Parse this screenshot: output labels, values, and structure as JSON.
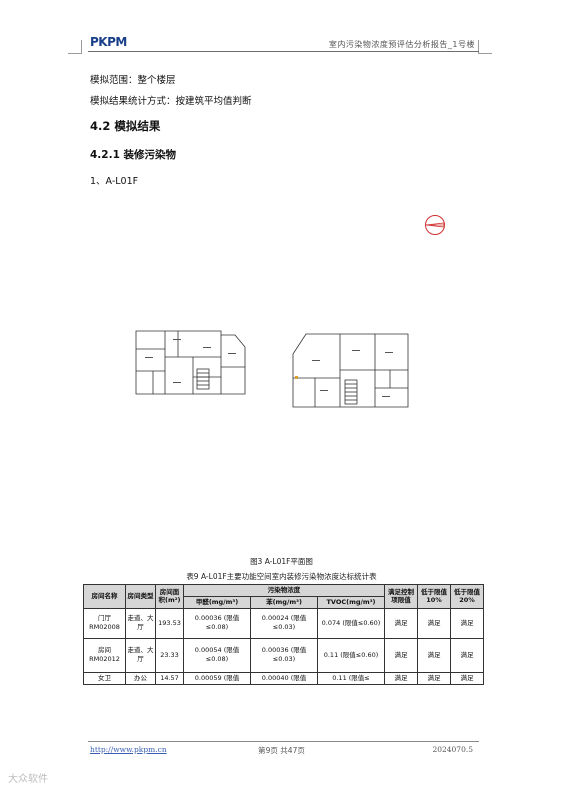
{
  "header": {
    "logo_text": "PKPM",
    "title": "室内污染物浓度预评估分析报告_1号楼"
  },
  "body": {
    "scope_line": "模拟范围：整个楼层",
    "method_line": "模拟结果统计方式：按建筑平均值判断",
    "section_heading": "4.2  模拟结果",
    "subsection_heading": "4.2.1  装修污染物",
    "item_label": "1、A-L01F"
  },
  "figure": {
    "caption": "图3 A-L01F平面图"
  },
  "table": {
    "caption": "表9 A-L01F主要功能空间室内装修污染物浓度达标统计表",
    "headers": {
      "room_name": "房间名称",
      "room_type": "房间类型",
      "room_area": "房间面积(m²)",
      "pollutant_conc": "污染物浓度",
      "formaldehyde": "甲醛(mg/m³)",
      "benzene": "苯(mg/m³)",
      "tvoc": "TVOC(mg/m³)",
      "meets_limit": "满足控制项限值",
      "below_10": "低于限值10%",
      "below_20": "低于限值20%"
    },
    "rows": [
      {
        "name": "门厅 RM02008",
        "type": "走道、大厅",
        "area": "193.53",
        "formaldehyde": "0.00036 (限值≤0.08)",
        "benzene": "0.00024 (限值≤0.03)",
        "tvoc": "0.074 (限值≤0.60)",
        "meets": "满足",
        "b10": "满足",
        "b20": "满足"
      },
      {
        "name": "房间 RM02012",
        "type": "走道、大厅",
        "area": "23.33",
        "formaldehyde": "0.00054 (限值≤0.08)",
        "benzene": "0.00036 (限值≤0.03)",
        "tvoc": "0.11 (限值≤0.60)",
        "meets": "满足",
        "b10": "满足",
        "b20": "满足"
      },
      {
        "name": "女卫",
        "type": "办公",
        "area": "14.57",
        "formaldehyde": "0.00059 (限值",
        "benzene": "0.00040 (限值",
        "tvoc": "0.11 (限值≤",
        "meets": "满足",
        "b10": "满足",
        "b20": "满足"
      }
    ]
  },
  "footer": {
    "url": "http://www.pkpm.cn",
    "page_number": "第9页 共47页",
    "date": "2024070.5"
  },
  "watermark": "大众软件"
}
